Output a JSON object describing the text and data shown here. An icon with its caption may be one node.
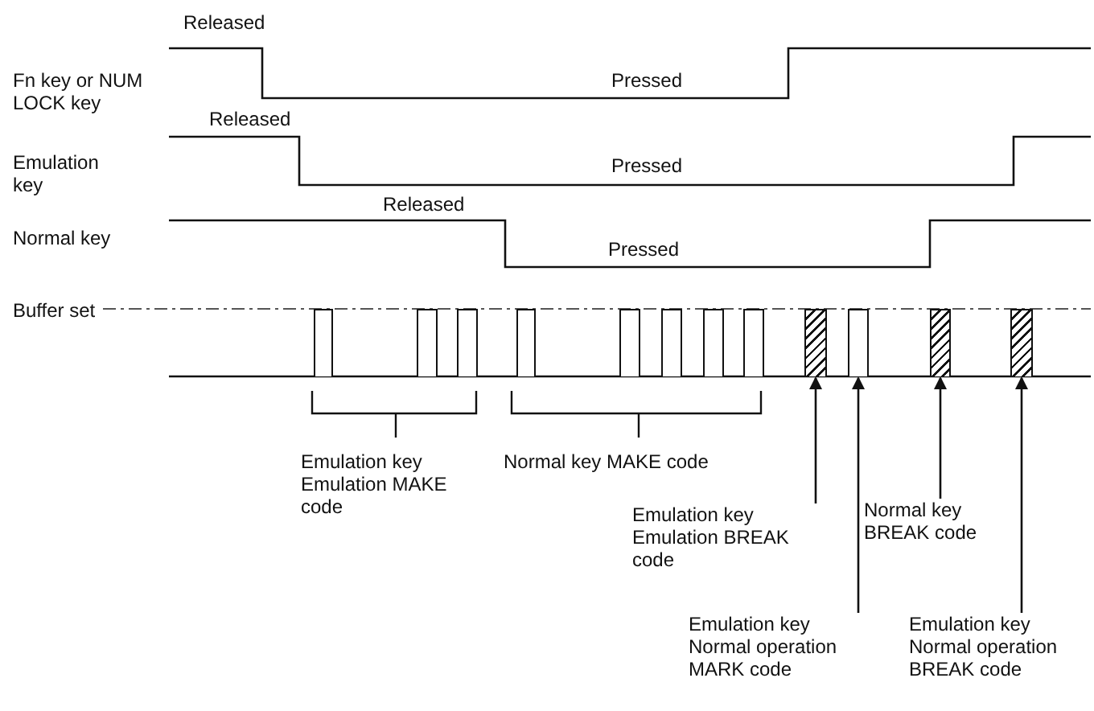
{
  "diagram": {
    "nodes": [
      {
        "text": [],
        "shape": "bar"
      },
      {
        "text": [],
        "shape": "bar"
      },
      {
        "text": [],
        "shape": "bar"
      },
      {
        "text": [],
        "shape": "bar"
      },
      {
        "text": [],
        "shape": "bar"
      },
      {
        "text": [],
        "shape": "bar"
      },
      {
        "text": [],
        "shape": "bar"
      },
      {
        "text": [],
        "shape": "bar"
      },
      {
        "text": [],
        "shape": "bar"
      },
      {
        "text": [],
        "shape": "bar"
      },
      {
        "text": [],
        "shape": "bar"
      },
      {
        "text": [],
        "shape": "bar"
      },
      {
        "text": [
          "Emulation key Emulation BREAK code"
        ]
      },
      {
        "text": [
          "Normal key BREAK code"
        ]
      },
      {
        "text": [
          "Emulation key Normal operation MARK code"
        ]
      },
      {
        "text": [
          "Emulation key Normal operation BREAK code"
        ]
      }
    ],
    "edges": [
      {
        "from": 12,
        "to": 8,
        "arrow": "to"
      },
      {
        "from": 14,
        "to": 9,
        "arrow": "to"
      },
      {
        "from": 13,
        "to": 10,
        "arrow": "to"
      },
      {
        "from": 15,
        "to": 11,
        "arrow": "to"
      }
    ],
    "labels": [
      "Released",
      "Fn key or NUM LOCK key",
      "Pressed",
      "Released",
      "Emulation key",
      "Pressed",
      "Released",
      "Normal key",
      "Pressed",
      "Buffer set",
      "Emulation key Emulation MAKE code",
      "Normal key MAKE code"
    ]
  }
}
